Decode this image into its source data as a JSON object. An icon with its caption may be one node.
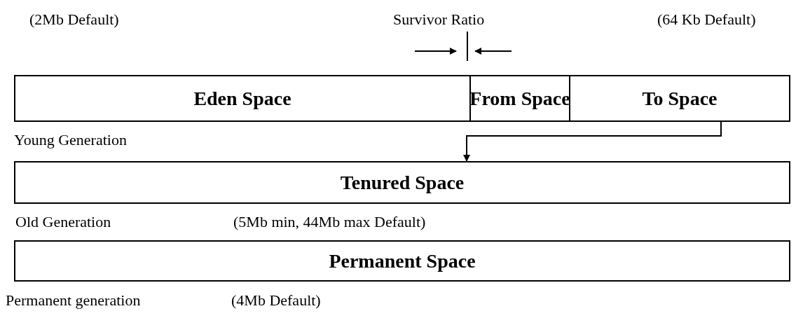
{
  "diagram": {
    "nodes": [
      {
        "text": [
          "Eden Space"
        ]
      },
      {
        "text": [
          "From Space"
        ]
      },
      {
        "text": [
          "To Space"
        ]
      },
      {
        "text": [
          "Tenured Space"
        ]
      },
      {
        "text": [
          "Permanent Space"
        ]
      }
    ],
    "edges": [
      {
        "from": 2,
        "to": 3,
        "arrow": "to"
      }
    ],
    "labels": [
      "(2Mb Default)",
      "Survivor Ratio",
      "(64 Kb Default)",
      "Young Generation",
      "Old Generation",
      "(5Mb min, 44Mb max Default)",
      "Permanent generation",
      "(4Mb Default)"
    ]
  }
}
